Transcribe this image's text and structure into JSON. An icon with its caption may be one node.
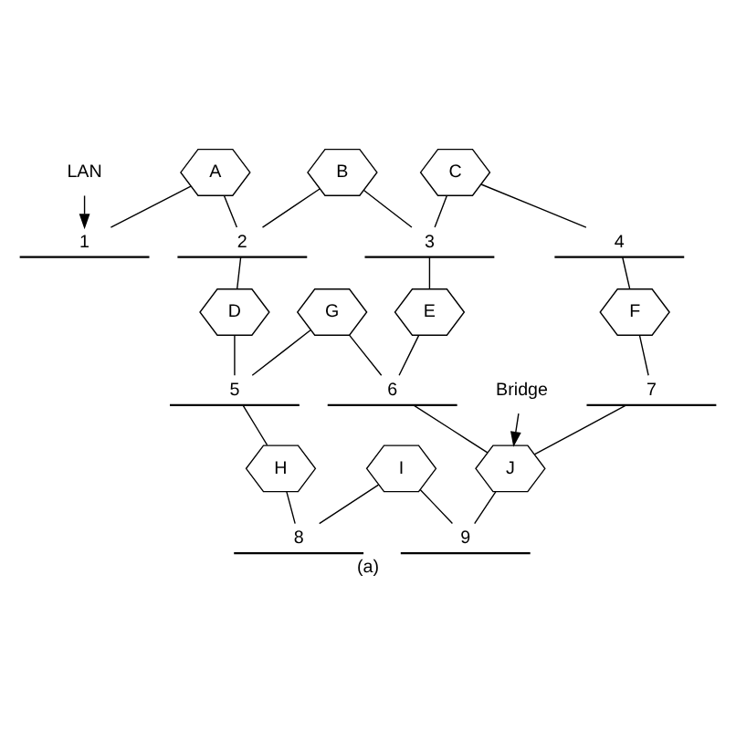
{
  "diagram": {
    "caption": "(a)",
    "nodes": [
      {
        "text": [
          "1"
        ]
      },
      {
        "text": [
          "2"
        ]
      },
      {
        "text": [
          "3"
        ]
      },
      {
        "text": [
          "4"
        ]
      },
      {
        "text": [
          "5"
        ]
      },
      {
        "text": [
          "6"
        ]
      },
      {
        "text": [
          "7"
        ]
      },
      {
        "text": [
          "8"
        ]
      },
      {
        "text": [
          "9"
        ]
      },
      {
        "text": [
          "A"
        ]
      },
      {
        "text": [
          "B"
        ]
      },
      {
        "text": [
          "C"
        ]
      },
      {
        "text": [
          "D"
        ]
      },
      {
        "text": [
          "E"
        ]
      },
      {
        "text": [
          "F"
        ]
      },
      {
        "text": [
          "G"
        ]
      },
      {
        "text": [
          "H"
        ]
      },
      {
        "text": [
          "I"
        ]
      },
      {
        "text": [
          "J"
        ]
      },
      {
        "text": [
          "LAN"
        ]
      },
      {
        "text": [
          "Bridge"
        ]
      }
    ],
    "edges": [
      {
        "from": 9,
        "to": 0,
        "arrow": "none"
      },
      {
        "from": 9,
        "to": 1,
        "arrow": "none"
      },
      {
        "from": 10,
        "to": 1,
        "arrow": "none"
      },
      {
        "from": 10,
        "to": 2,
        "arrow": "none"
      },
      {
        "from": 11,
        "to": 2,
        "arrow": "none"
      },
      {
        "from": 11,
        "to": 3,
        "arrow": "none"
      },
      {
        "from": 1,
        "to": 12,
        "arrow": "none"
      },
      {
        "from": 12,
        "to": 4,
        "arrow": "none"
      },
      {
        "from": 2,
        "to": 13,
        "arrow": "none"
      },
      {
        "from": 13,
        "to": 5,
        "arrow": "none"
      },
      {
        "from": 3,
        "to": 14,
        "arrow": "none"
      },
      {
        "from": 14,
        "to": 6,
        "arrow": "none"
      },
      {
        "from": 15,
        "to": 4,
        "arrow": "none"
      },
      {
        "from": 15,
        "to": 5,
        "arrow": "none"
      },
      {
        "from": 4,
        "to": 16,
        "arrow": "none"
      },
      {
        "from": 16,
        "to": 7,
        "arrow": "none"
      },
      {
        "from": 17,
        "to": 7,
        "arrow": "none"
      },
      {
        "from": 17,
        "to": 8,
        "arrow": "none"
      },
      {
        "from": 5,
        "to": 18,
        "arrow": "none"
      },
      {
        "from": 6,
        "to": 18,
        "arrow": "none"
      },
      {
        "from": 18,
        "to": 8,
        "arrow": "none"
      },
      {
        "from": 19,
        "to": 0,
        "arrow": "to"
      },
      {
        "from": 20,
        "to": 18,
        "arrow": "to"
      }
    ]
  }
}
